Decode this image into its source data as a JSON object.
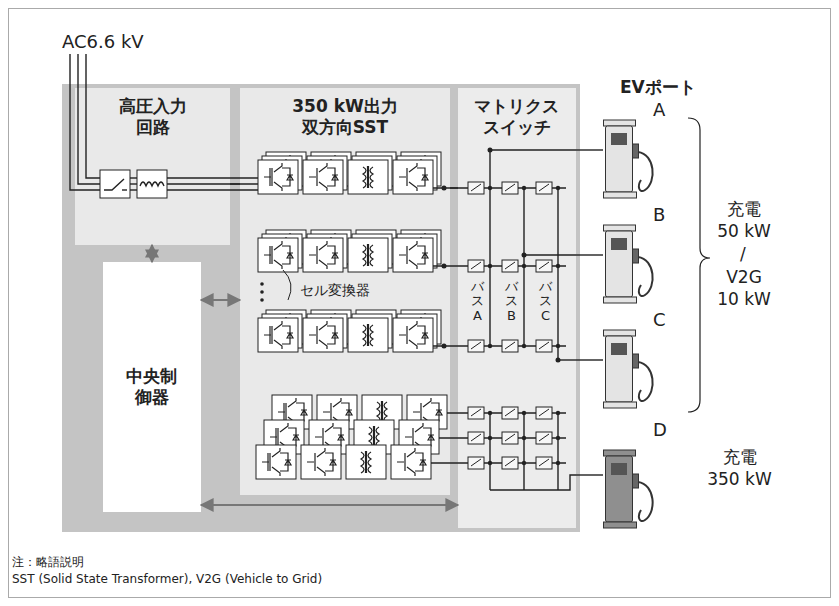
{
  "diagram": {
    "nodes": [
      {
        "text": [
          "高圧入力回路"
        ]
      },
      {
        "text": [
          "中央制御器"
        ]
      },
      {
        "text": [
          "350 kW出力双方向SST"
        ]
      },
      {
        "text": [
          "マトリクススイッチ"
        ]
      },
      {
        "text": [
          "A"
        ]
      },
      {
        "text": [
          "B"
        ]
      },
      {
        "text": [
          "C"
        ]
      },
      {
        "text": [
          "D"
        ]
      }
    ],
    "edges": [
      {
        "from": 0,
        "to": 2,
        "arrow": "none"
      },
      {
        "from": 0,
        "to": 1,
        "arrow": "both"
      },
      {
        "from": 1,
        "to": 2,
        "arrow": "both"
      },
      {
        "from": 1,
        "to": 3,
        "arrow": "both"
      },
      {
        "from": 2,
        "to": 3,
        "arrow": "none"
      },
      {
        "from": 3,
        "to": 4,
        "arrow": "none"
      },
      {
        "from": 3,
        "to": 5,
        "arrow": "none"
      },
      {
        "from": 3,
        "to": 6,
        "arrow": "none"
      },
      {
        "from": 3,
        "to": 7,
        "arrow": "none"
      }
    ],
    "labels": [
      "AC6.6 kV",
      "セル変換器",
      "バスA",
      "バスB",
      "バスC",
      "EVポート",
      "充電 50 kW",
      "/",
      "V2G 10 kW",
      "充電 350 kW",
      "注：略語説明",
      "SST (Solid State Transformer), V2G (Vehicle to Grid)"
    ]
  }
}
